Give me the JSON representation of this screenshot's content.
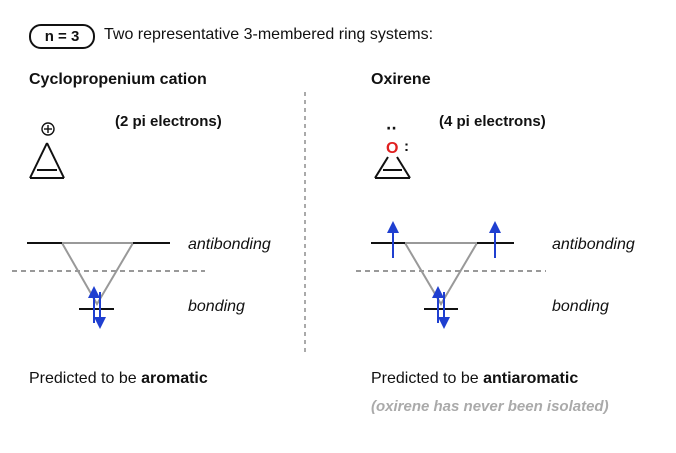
{
  "header": {
    "badge": "n = 3",
    "intro": "Two representative 3-membered ring systems:"
  },
  "left": {
    "title": "Cyclopropenium cation",
    "electrons": "(2 pi electrons)",
    "charge_symbol": "⊕",
    "antibonding_label": "antibonding",
    "bonding_label": "bonding",
    "prediction_prefix": "Predicted to be ",
    "prediction_word": "aromatic"
  },
  "right": {
    "title": "Oxirene",
    "electrons": "(4 pi electrons)",
    "oxygen_label": "O",
    "lone_pair_top": "··",
    "lone_pair_side": ":",
    "antibonding_label": "antibonding",
    "bonding_label": "bonding",
    "prediction_prefix": "Predicted to be ",
    "prediction_word": "antiaromatic",
    "note": "(oxirene has never been isolated)"
  },
  "colors": {
    "electron_arrow": "#1f3fd0",
    "oxygen": "#e02020",
    "frost_triangle": "#999999",
    "dashed_line": "#999999",
    "divider": "#aaaaaa",
    "note_text": "#aaaaaa"
  }
}
